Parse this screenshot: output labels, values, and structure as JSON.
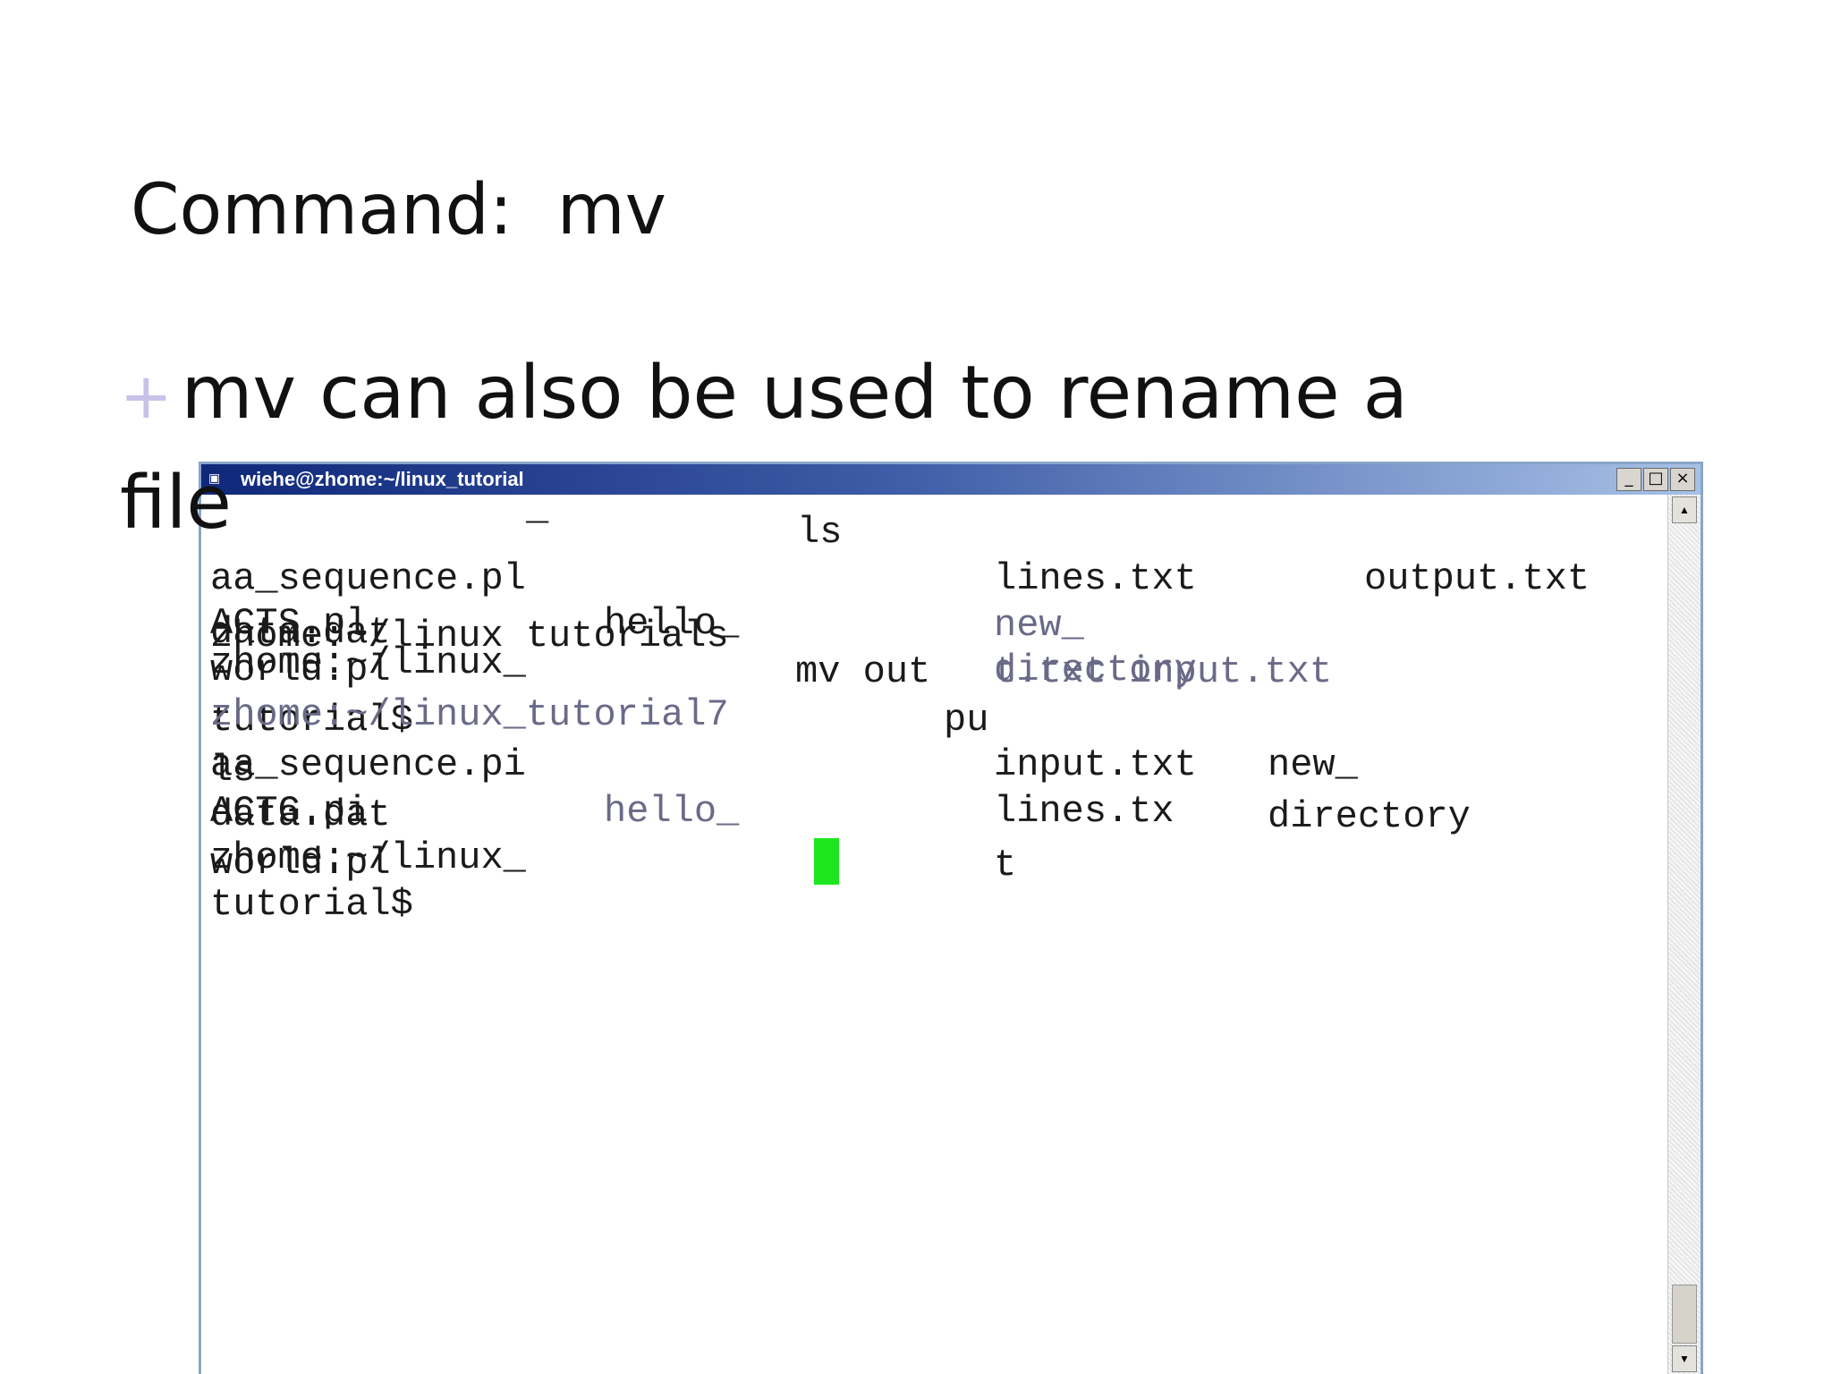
{
  "slide": {
    "title": "Command:  mv",
    "bullet_mark": "+",
    "bullet_text": "mv can also be used to rename a file"
  },
  "terminal": {
    "title": "wiehe@zhome:~/linux_tutorial",
    "title_icon": "terminal-icon",
    "window_buttons": [
      "_",
      "□",
      "×"
    ],
    "scroll_up": "▲",
    "scroll_down": "▼",
    "cursor_color": "#1ee61e",
    "lines": {
      "l0": "_",
      "l1": "ls",
      "l2": "aa_sequence.pl",
      "l3": "lines.txt",
      "l4": "output.txt",
      "l5": "ACTS.pl",
      "l6": "data.dat",
      "l7": "hello_",
      "l8": "new_",
      "l9": "zhome:~/linux tutorials",
      "l10": "world.pl",
      "l11": "zhome:~/linux_",
      "l12": "mv out",
      "l13": "directory",
      "l14": "t.txt input.txt",
      "l15": "tutorial$",
      "l16": "zhome:~/linux_tutorial7",
      "l17": "pu",
      "l18": "aa_sequence.pi",
      "l19": "ls",
      "l20": "input.txt",
      "l21": "new_",
      "l22": "ACTG.pi",
      "l23": "data.dat",
      "l24": "hello_",
      "l25": "lines.tx",
      "l26": "directory",
      "l27": "zhome:~/linux_",
      "l28": "world.pl",
      "l29": "t",
      "l30": "tutorial$"
    }
  }
}
